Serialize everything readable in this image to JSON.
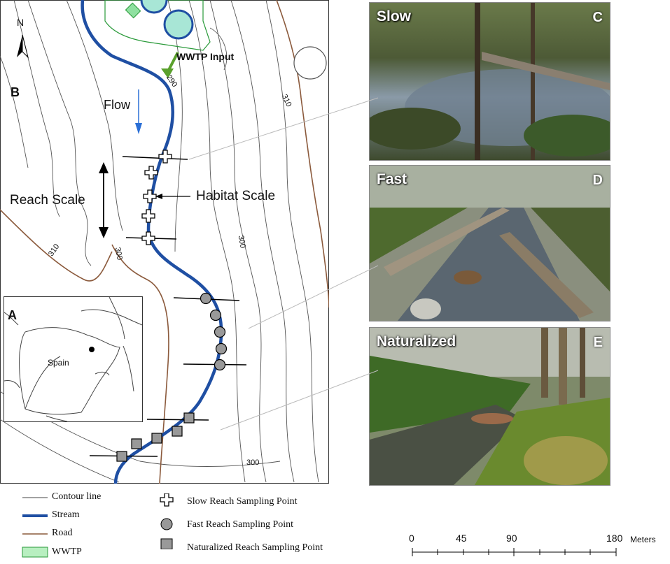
{
  "map": {
    "panel_letter": "B",
    "north_label": "N",
    "wwtp_input_label": "WWTP Input",
    "flow_label": "Flow",
    "reach_scale_label": "Reach Scale",
    "habitat_scale_label": "Habitat Scale",
    "contour_labels": [
      "290",
      "310",
      "310",
      "300",
      "300",
      "300"
    ]
  },
  "inset": {
    "panel_letter": "A",
    "country_label": "Spain"
  },
  "photos": [
    {
      "title": "Slow",
      "letter": "C"
    },
    {
      "title": "Fast",
      "letter": "D"
    },
    {
      "title": "Naturalized",
      "letter": "E"
    }
  ],
  "legend": {
    "left": [
      "Contour line",
      "Stream",
      "Road",
      "WWTP"
    ],
    "right": [
      "Slow Reach Sampling Point",
      "Fast Reach Sampling Point",
      "Naturalized Reach Sampling Point"
    ]
  },
  "scale_bar": {
    "ticks": [
      "0",
      "45",
      "90",
      "180"
    ],
    "unit": "Meters"
  },
  "colors": {
    "stream": "#1f4fa3",
    "road": "#8b5a3c",
    "wwtp": "#8fe0a0",
    "wwtp_arrow": "#5aa02c",
    "flow_arrow": "#2a6fd6",
    "fast_point": "#999999",
    "naturalized_point": "#999999"
  }
}
